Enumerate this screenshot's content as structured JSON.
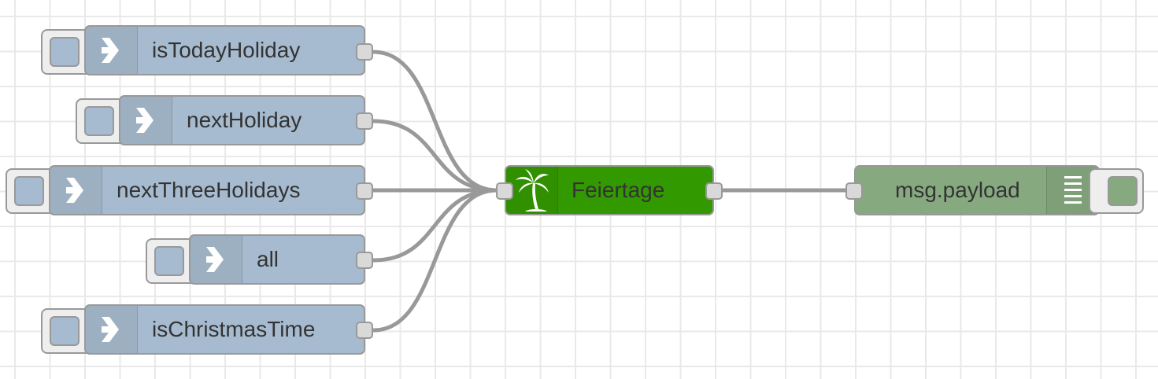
{
  "flow": {
    "inject_nodes": [
      {
        "label": "isTodayHoliday",
        "icon": "arrow-in-icon"
      },
      {
        "label": "nextHoliday",
        "icon": "arrow-in-icon"
      },
      {
        "label": "nextThreeHolidays",
        "icon": "arrow-in-icon"
      },
      {
        "label": "all",
        "icon": "arrow-in-icon"
      },
      {
        "label": "isChristmasTime",
        "icon": "arrow-in-icon"
      }
    ],
    "holiday_node": {
      "label": "Feiertage",
      "icon": "palm-tree-icon",
      "color": "#339900"
    },
    "debug_node": {
      "label": "msg.payload",
      "icon": "list-icon",
      "color": "#87a980"
    },
    "inject_color": "#a6bbcf",
    "wire_color": "#999999"
  }
}
